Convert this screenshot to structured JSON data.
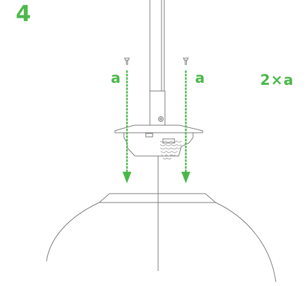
{
  "step": {
    "number": "4"
  },
  "labels": {
    "screw_left": "a",
    "screw_right": "a",
    "quantity": "2×a"
  },
  "colors": {
    "accent_green": "#4cb84a",
    "line": "#7a7a7a",
    "background": "#ffffff"
  },
  "icons": {
    "screw": "screw-icon",
    "arrow": "arrow-down-icon"
  }
}
